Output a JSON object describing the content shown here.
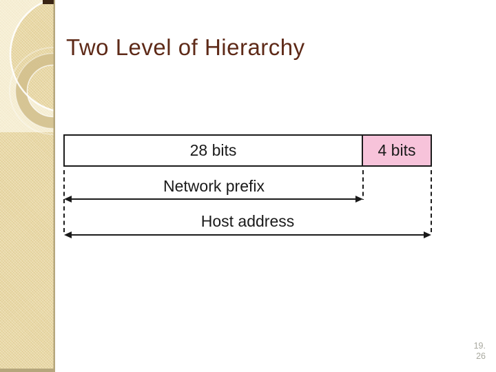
{
  "slide": {
    "title": "Two Level of Hierarchy",
    "page_indicator": {
      "line1": "19.",
      "line2": "26"
    }
  },
  "diagram": {
    "network_prefix_box_label": "28 bits",
    "host_suffix_box_label": "4 bits",
    "network_prefix_arrow_label": "Network prefix",
    "host_address_arrow_label": "Host address"
  },
  "colors": {
    "title_text": "#5e2a18",
    "host_suffix_box_fill": "#f7c3da",
    "diagram_line": "#1a1a1a",
    "sidebar_base": "#e9d8a5",
    "sidebar_edge": "#b5a67c",
    "sidebar_notch": "#3a2515",
    "page_indicator_text": "#a9a99f"
  }
}
